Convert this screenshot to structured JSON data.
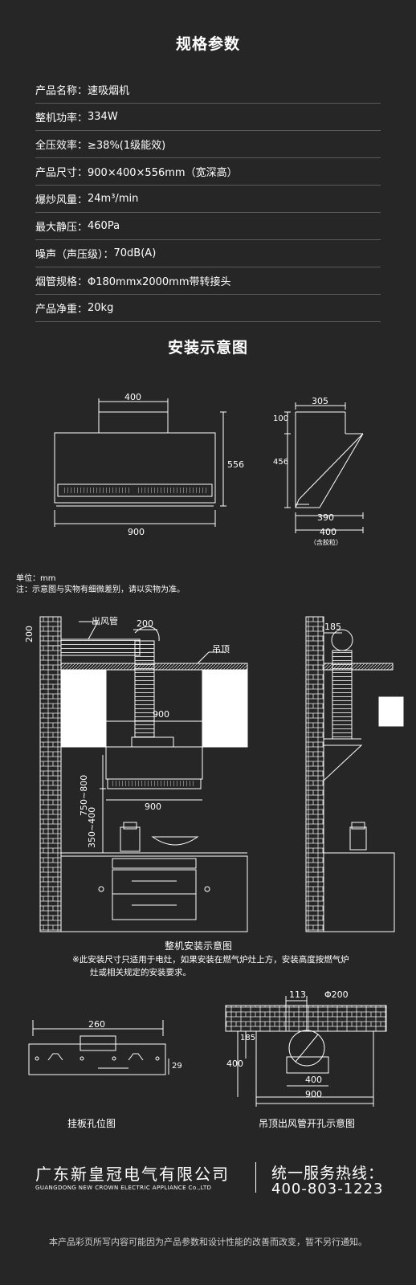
{
  "spec_title": "规格参数",
  "specs": [
    {
      "label": "产品名称：",
      "value": "速吸烟机"
    },
    {
      "label": "整机功率：",
      "value": "334W"
    },
    {
      "label": "全压效率：",
      "value": "≥38%(1级能效)"
    },
    {
      "label": "产品尺寸：",
      "value": "900×400×556mm（宽深高）"
    },
    {
      "label": "爆炒风量：",
      "value": "24m³/min"
    },
    {
      "label": "最大静压：",
      "value": "460Pa"
    },
    {
      "label": "噪声（声压级）：",
      "value": "70dB(A)"
    },
    {
      "label": "烟管规格：",
      "value": "Φ180mmx2000mm带转接头"
    },
    {
      "label": "产品净重：",
      "value": "20kg"
    }
  ],
  "install_title": "安装示意图",
  "front_dims": {
    "top": "400",
    "height": "556",
    "width": "900"
  },
  "side_dims": {
    "top": "305",
    "upper": "100",
    "middle": "456",
    "depth": "390",
    "total": "400",
    "total_note": "（含胶粒）"
  },
  "notes": {
    "unit": "单位：mm",
    "disclaimer": "注：示意图与实物有细微差别，请以实物为准。"
  },
  "install_labels": {
    "duct": "出风管",
    "duct_dia": "200",
    "wall_height": "200",
    "ceiling": "吊顶",
    "cabinet_width": "900",
    "hood_width": "900",
    "range_high": "750~800",
    "range_low": "350~400",
    "side_duct": "185"
  },
  "install_caption": "整机安装示意图",
  "install_note_1": "※此安装尺寸只适用于电灶，如果安装在燃气炉灶上方，安装高度按燃气炉",
  "install_note_2": "灶或相关规定的安装要求。",
  "plate_dims": {
    "width": "260",
    "height": "29"
  },
  "hole_dims": {
    "offset": "113",
    "diameter": "Φ200",
    "side": "185",
    "height": "400",
    "inner": "400",
    "outer": "900"
  },
  "plate_caption": "挂板孔位图",
  "hole_caption": "吊顶出风管开孔示意图",
  "company_name": "广东新皇冠电气有限公司",
  "company_en": "GUANGDONG NEW CROWN ELECTRIC APPLIANCE Co.,LTD",
  "hotline_label": "统一服务热线：",
  "hotline_number": "400-803-1223",
  "footer_note": "本产品彩页所写内容可能因为产品参数和设计性能的改善而改变，暂不另行通知。"
}
